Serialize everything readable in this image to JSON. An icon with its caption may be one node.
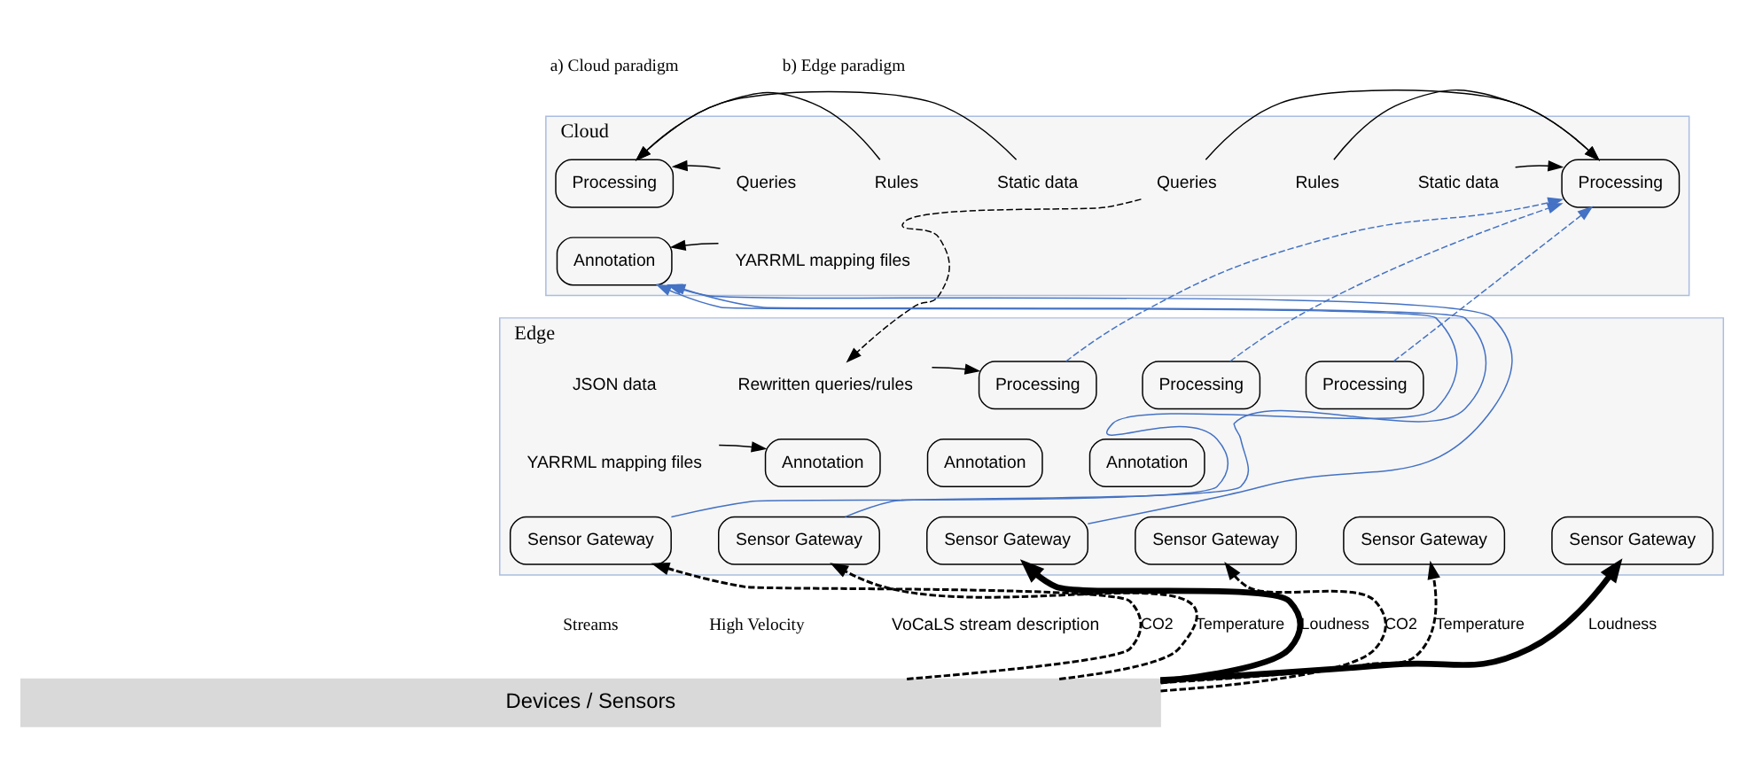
{
  "diagram": {
    "nodes": [
      {
        "text": [
          "Cloud"
        ]
      },
      {
        "text": [
          "Processing"
        ],
        "in": 0
      },
      {
        "text": [
          "Annotation"
        ],
        "in": 0
      },
      {
        "text": [
          "Queries"
        ],
        "in": 0
      },
      {
        "text": [
          "Rules"
        ],
        "in": 0
      },
      {
        "text": [
          "Static data"
        ],
        "in": 0
      },
      {
        "text": [
          "YARRML mapping files"
        ],
        "in": 0
      },
      {
        "text": [
          "Processing"
        ],
        "in": 0
      },
      {
        "text": [
          "Queries"
        ],
        "in": 0
      },
      {
        "text": [
          "Rules"
        ],
        "in": 0
      },
      {
        "text": [
          "Static data"
        ],
        "in": 0
      },
      {
        "text": [
          "Edge"
        ]
      },
      {
        "text": [
          "Sensor Gateway"
        ],
        "in": 11
      },
      {
        "text": [
          "Sensor Gateway"
        ],
        "in": 11
      },
      {
        "text": [
          "Sensor Gateway"
        ],
        "in": 11
      },
      {
        "text": [
          "Rewritten queries/rules"
        ],
        "in": 11
      },
      {
        "text": [
          "YARRML mapping files"
        ],
        "in": 11
      },
      {
        "text": [
          "Processing"
        ],
        "in": 11
      },
      {
        "text": [
          "Annotation"
        ],
        "in": 11
      },
      {
        "text": [
          "Sensor Gateway"
        ],
        "in": 11
      },
      {
        "text": [
          "Processing"
        ],
        "in": 11
      },
      {
        "text": [
          "Annotation"
        ],
        "in": 11
      },
      {
        "text": [
          "Sensor Gateway"
        ],
        "in": 11
      },
      {
        "text": [
          "Processing"
        ],
        "in": 11
      },
      {
        "text": [
          "Annotation"
        ],
        "in": 11
      },
      {
        "text": [
          "Sensor Gateway"
        ],
        "in": 11
      },
      {
        "text": [
          "Devices / Sensors"
        ]
      }
    ],
    "edges": [
      {
        "from": 3,
        "to": 1,
        "arrow": "to"
      },
      {
        "from": 4,
        "to": 1,
        "arrow": "to"
      },
      {
        "from": 5,
        "to": 1,
        "arrow": "to"
      },
      {
        "from": 6,
        "to": 2,
        "arrow": "to"
      },
      {
        "from": 12,
        "to": 2,
        "arrow": "to",
        "color": "#4472c4"
      },
      {
        "from": 13,
        "to": 2,
        "arrow": "to",
        "color": "#4472c4"
      },
      {
        "from": 14,
        "to": 2,
        "arrow": "to",
        "color": "#4472c4"
      },
      {
        "from": 8,
        "to": 7,
        "arrow": "to"
      },
      {
        "from": 9,
        "to": 7,
        "arrow": "to"
      },
      {
        "from": 10,
        "to": 7,
        "arrow": "to"
      },
      {
        "from": 8,
        "to": 15,
        "arrow": "to",
        "style": "dashed"
      },
      {
        "from": 15,
        "to": 17,
        "arrow": "to"
      },
      {
        "from": 16,
        "to": 18,
        "arrow": "to"
      },
      {
        "from": 17,
        "to": 7,
        "arrow": "to",
        "style": "dashed",
        "color": "#4472c4"
      },
      {
        "from": 20,
        "to": 7,
        "arrow": "to",
        "style": "dashed",
        "color": "#4472c4"
      },
      {
        "from": 23,
        "to": 7,
        "arrow": "to",
        "style": "dashed",
        "color": "#4472c4"
      },
      {
        "from": 26,
        "to": 12,
        "arrow": "to",
        "label": "CO2",
        "style": "dashed"
      },
      {
        "from": 26,
        "to": 13,
        "arrow": "to",
        "label": "Temperature",
        "style": "dashed"
      },
      {
        "from": 26,
        "to": 14,
        "arrow": "to",
        "label": "Loudness",
        "style": "thick"
      },
      {
        "from": 26,
        "to": 19,
        "arrow": "to",
        "label": "CO2",
        "style": "dashed"
      },
      {
        "from": 26,
        "to": 22,
        "arrow": "to",
        "label": "Temperature",
        "style": "dashed"
      },
      {
        "from": 26,
        "to": 25,
        "arrow": "to",
        "label": "Loudness",
        "style": "thick"
      }
    ],
    "labels": [
      "a) Cloud paradigm",
      "b) Edge paradigm",
      "JSON data",
      "Streams",
      "High Velocity",
      "VoCaLS stream description"
    ]
  }
}
